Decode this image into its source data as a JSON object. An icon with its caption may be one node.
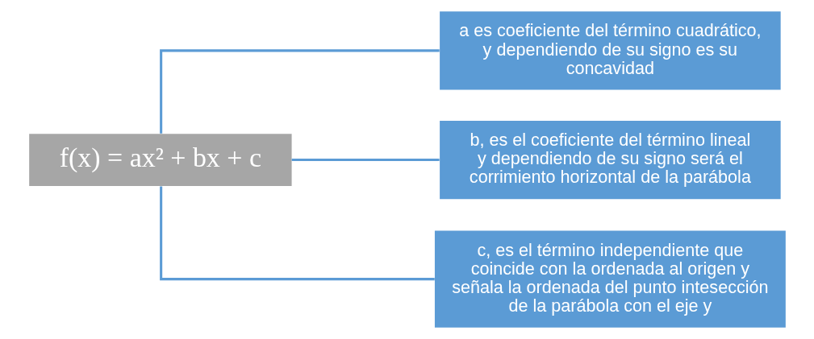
{
  "diagram": {
    "nodes": [
      {
        "text": [
          "f(x) = ax² + bx + c"
        ]
      },
      {
        "text": [
          "a es coeficiente del término cuadrático, y dependiendo de su signo es su concavidad"
        ]
      },
      {
        "text": [
          "b, es el coeficiente del término lineal y dependiendo de su signo será el corrimiento horizontal de la parábola"
        ]
      },
      {
        "text": [
          "c, es el término independiente que coincide con la ordenada al origen y señala la ordenada del punto intesección de la parábola con el eje y"
        ]
      }
    ],
    "edges": [
      {
        "from": 0,
        "to": 1,
        "arrow": "none"
      },
      {
        "from": 0,
        "to": 2,
        "arrow": "none"
      },
      {
        "from": 0,
        "to": 3,
        "arrow": "none"
      }
    ]
  }
}
